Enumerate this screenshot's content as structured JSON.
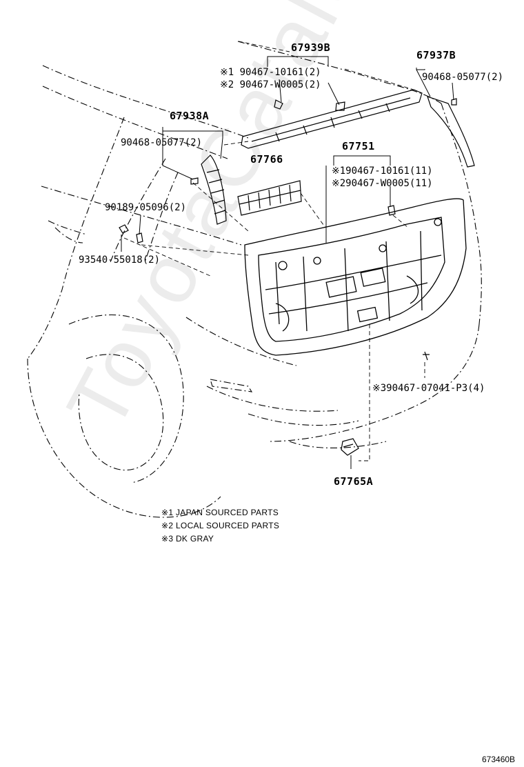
{
  "watermark": "ToyotaCatalog.ru",
  "diagram_id": "673460B",
  "callouts": {
    "p67939B": "67939B",
    "p67939B_sub1": "※1 90467-10161(2)",
    "p67939B_sub2": "※2 90467-W0005(2)",
    "p67937B": "67937B",
    "p67937B_sub1": "90468-05077(2)",
    "p67938A": "67938A",
    "p67938A_sub1": "90468-05077(2)",
    "p67766": "67766",
    "p67751": "67751",
    "p67751_sub1": "※190467-10161(11)",
    "p67751_sub2": "※290467-W0005(11)",
    "p90189": "90189-05096(2)",
    "p93540": "93540-55018(2)",
    "p90467_07041": "※390467-07041-P3(4)",
    "p67765A": "67765A"
  },
  "legend": {
    "note1": "※1 JAPAN SOURCED PARTS",
    "note2": "※2 LOCAL SOURCED PARTS",
    "note3": "※3 DK GRAY"
  }
}
